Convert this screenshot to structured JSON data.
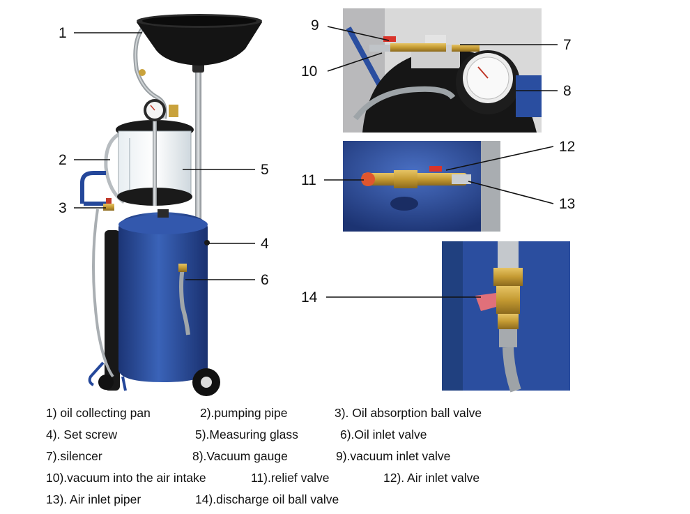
{
  "callouts": [
    {
      "number": "1"
    },
    {
      "number": "2"
    },
    {
      "number": "3"
    },
    {
      "number": "4"
    },
    {
      "number": "5"
    },
    {
      "number": "6"
    },
    {
      "number": "7"
    },
    {
      "number": "8"
    },
    {
      "number": "9"
    },
    {
      "number": "10"
    },
    {
      "number": "11"
    },
    {
      "number": "12"
    },
    {
      "number": "13"
    },
    {
      "number": "14"
    }
  ],
  "legend": {
    "row1": [
      "1)   oil collecting pan",
      "2).pumping pipe",
      "3). Oil absorption ball valve"
    ],
    "row2": [
      "4). Set screw",
      "5).Measuring glass",
      "6).Oil inlet valve"
    ],
    "row3": [
      "7).silencer",
      "8).Vacuum gauge",
      "9).vacuum inlet valve"
    ],
    "row4": [
      "10).vacuum into the air intake",
      "11).relief valve",
      "12). Air inlet valve"
    ],
    "row5": [
      "13). Air inlet piper",
      "14).discharge oil ball valve"
    ]
  },
  "colors": {
    "tank_blue": "#2c4f9c",
    "pan_black": "#141414",
    "brass": "#c9a23c",
    "valve_red": "#d9342b",
    "chrome": "#b8bcc0",
    "photo_gray": "#d6d6d6"
  }
}
